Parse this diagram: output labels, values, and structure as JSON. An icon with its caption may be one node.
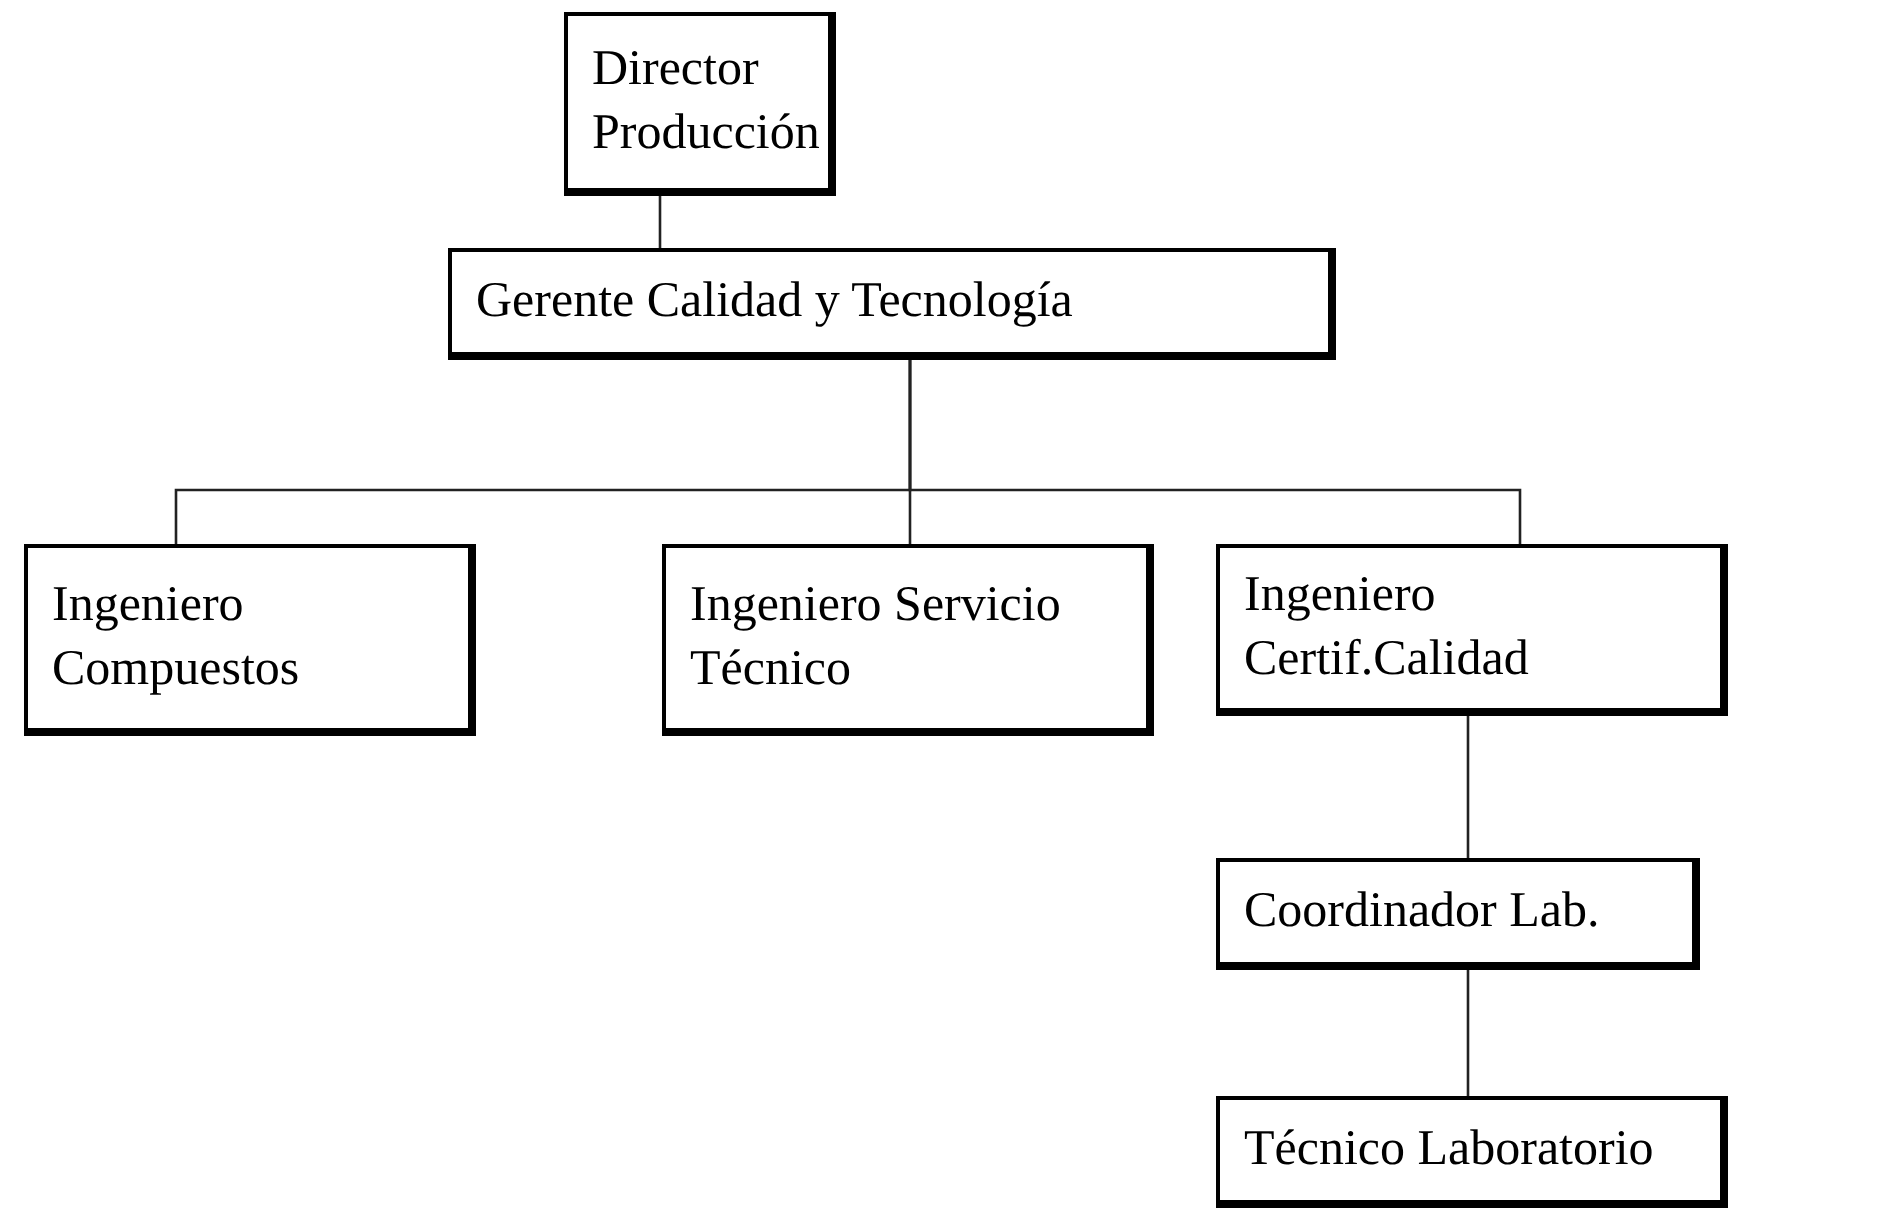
{
  "diagram": {
    "nodes": [
      {
        "text": [
          "Director Producción"
        ]
      },
      {
        "text": [
          "Gerente Calidad y Tecnología"
        ]
      },
      {
        "text": [
          "Ingeniero Compuestos"
        ]
      },
      {
        "text": [
          "Ingeniero Servicio Técnico"
        ]
      },
      {
        "text": [
          "Ingeniero Certif.Calidad"
        ]
      },
      {
        "text": [
          "Coordinador Lab."
        ]
      },
      {
        "text": [
          "Técnico Laboratorio"
        ]
      }
    ],
    "edges": [
      {
        "from": 0,
        "to": 1,
        "arrow": "none"
      },
      {
        "from": 1,
        "to": 2,
        "arrow": "none"
      },
      {
        "from": 1,
        "to": 3,
        "arrow": "none"
      },
      {
        "from": 1,
        "to": 4,
        "arrow": "none"
      },
      {
        "from": 4,
        "to": 5,
        "arrow": "none"
      },
      {
        "from": 5,
        "to": 6,
        "arrow": "none"
      }
    ]
  }
}
